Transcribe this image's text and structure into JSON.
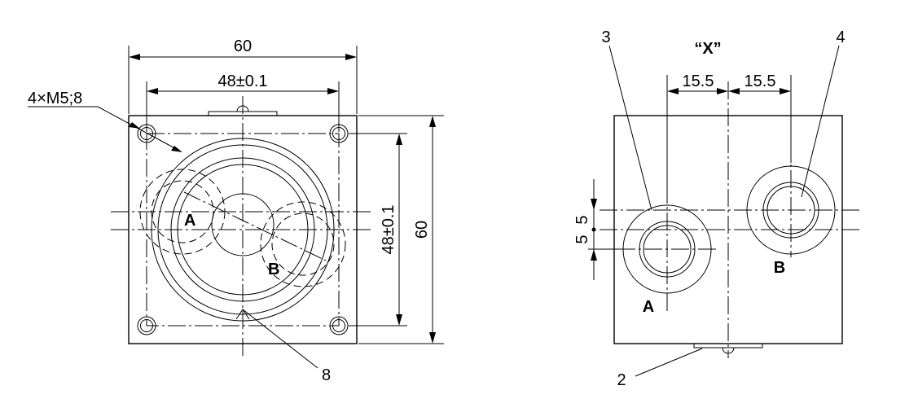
{
  "left_view": {
    "dim_width_overall": "60",
    "dim_width_holes": "48±0.1",
    "dim_height_holes": "48±0.1",
    "dim_height_overall": "60",
    "thread_callout": "4×M5;8",
    "port_a": "A",
    "port_b": "B",
    "item_8": "8"
  },
  "right_view": {
    "view_title": "“X”",
    "dim_offset_left": "15.5",
    "dim_offset_right": "15.5",
    "dim_vertical_upper": "5",
    "dim_vertical_lower": "5",
    "item_3": "3",
    "item_4": "4",
    "item_2": "2",
    "port_a": "A",
    "port_b": "B"
  }
}
